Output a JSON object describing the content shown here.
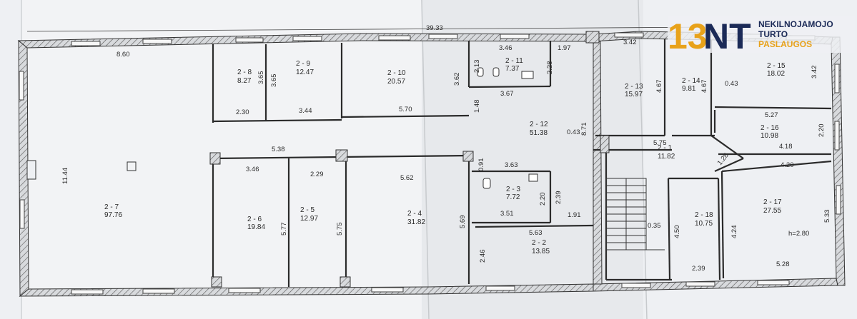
{
  "logo": {
    "numeral": "13",
    "letters": "NT",
    "line1": "NEKILNOJAMOJO",
    "line2": "TURTO",
    "line3": "PASLAUGOS",
    "colors": {
      "gold": "#e8a21a",
      "navy": "#1b2a57"
    }
  },
  "plan": {
    "overall_dim": "39.33",
    "ceiling_height": "h=2.80",
    "rooms": {
      "r7": {
        "id": "2 - 7",
        "area": "97.76"
      },
      "r8": {
        "id": "2 - 8",
        "area": "8.27"
      },
      "r9": {
        "id": "2 - 9",
        "area": "12.47"
      },
      "r10": {
        "id": "2 - 10",
        "area": "20.57"
      },
      "r11": {
        "id": "2 - 11",
        "area": "7.37"
      },
      "r12": {
        "id": "2 - 12",
        "area": "51.38"
      },
      "r13": {
        "id": "2 - 13",
        "area": "15.97"
      },
      "r14": {
        "id": "2 - 14",
        "area": "9.81"
      },
      "r15": {
        "id": "2 - 15",
        "area": "18.02"
      },
      "r16": {
        "id": "2 - 16",
        "area": "10.98"
      },
      "r1": {
        "id": "2 - 1",
        "area": "11.82"
      },
      "r6": {
        "id": "2 - 6",
        "area": "19.84"
      },
      "r5": {
        "id": "2 - 5",
        "area": "12.97"
      },
      "r4": {
        "id": "2 - 4",
        "area": "31.82"
      },
      "r3": {
        "id": "2 - 3",
        "area": "7.72"
      },
      "r2": {
        "id": "2 - 2",
        "area": "13.85"
      },
      "r18": {
        "id": "2 - 18",
        "area": "10.75"
      },
      "r17": {
        "id": "2 - 17",
        "area": "27.55"
      }
    },
    "dims": {
      "d860": "8.60",
      "d1144": "11.44",
      "d230": "2.30",
      "d365a": "3.65",
      "d365b": "3.65",
      "d344": "3.44",
      "d570": "5.70",
      "d362": "3.62",
      "d346top": "3.46",
      "d213": "2.13",
      "d228": "2.28",
      "d367": "3.67",
      "d197": "1.97",
      "d148": "1.48",
      "d043": "0.43",
      "d871": "8.71",
      "d342": "3.42",
      "d467a": "4.67",
      "d467b": "4.67",
      "d043b": "0.43",
      "d342b": "3.42",
      "d527": "5.27",
      "d220": "2.20",
      "d418": "4.18",
      "d575": "5.75",
      "d128": "1.28",
      "d420": "4.20",
      "d538": "5.38",
      "d346": "3.46",
      "d229": "2.29",
      "d562": "5.62",
      "d577": "5.77",
      "d575b": "5.75",
      "d569": "5.69",
      "d091": "0.91",
      "d363": "3.63",
      "d220b": "2.20",
      "d239a": "2.39",
      "d351": "3.51",
      "d191": "1.91",
      "d563": "5.63",
      "d246": "2.46",
      "d035": "0.35",
      "d450": "4.50",
      "d424": "4.24",
      "d533": "5.33",
      "d239b": "2.39",
      "d528": "5.28"
    }
  }
}
